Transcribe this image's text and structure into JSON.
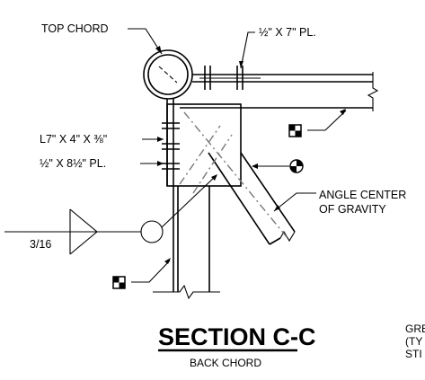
{
  "labels": {
    "top_chord": "TOP CHORD",
    "plate_top": "½\" X 7\" PL.",
    "angle_size": "L7\" X 4\" X ⅜\"",
    "plate_side": "½\" X 8½\" PL.",
    "angle_cg_line1": "ANGLE CENTER",
    "angle_cg_line2": "OF GRAVITY",
    "weld_size": "3/16"
  },
  "section": {
    "title": "SECTION C-C",
    "subtitle": "BACK CHORD"
  },
  "side_note": {
    "line1": "GRE",
    "line2": "(TY",
    "line3": "STI"
  },
  "colors": {
    "ink": "#000000",
    "hidden": "#777777"
  }
}
